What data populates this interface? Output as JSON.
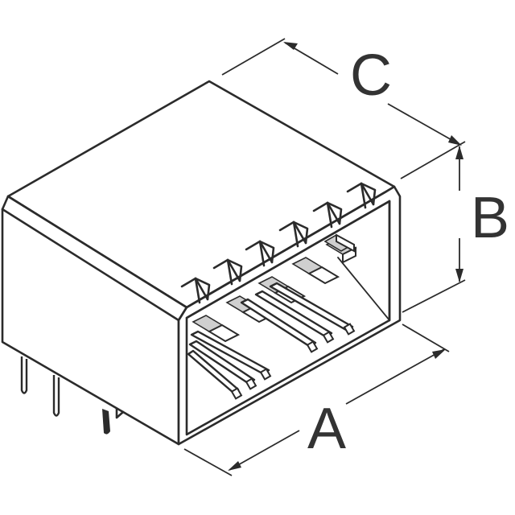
{
  "diagram": {
    "subject": "connector-housing-isometric",
    "line_color": "#2b2b2b",
    "label_color": "#333333",
    "background": "#ffffff",
    "dimensions": {
      "a": {
        "label": "A",
        "measures": "width"
      },
      "b": {
        "label": "B",
        "measures": "height"
      },
      "c": {
        "label": "C",
        "measures": "depth"
      }
    },
    "positions": 6,
    "rows": 2
  }
}
